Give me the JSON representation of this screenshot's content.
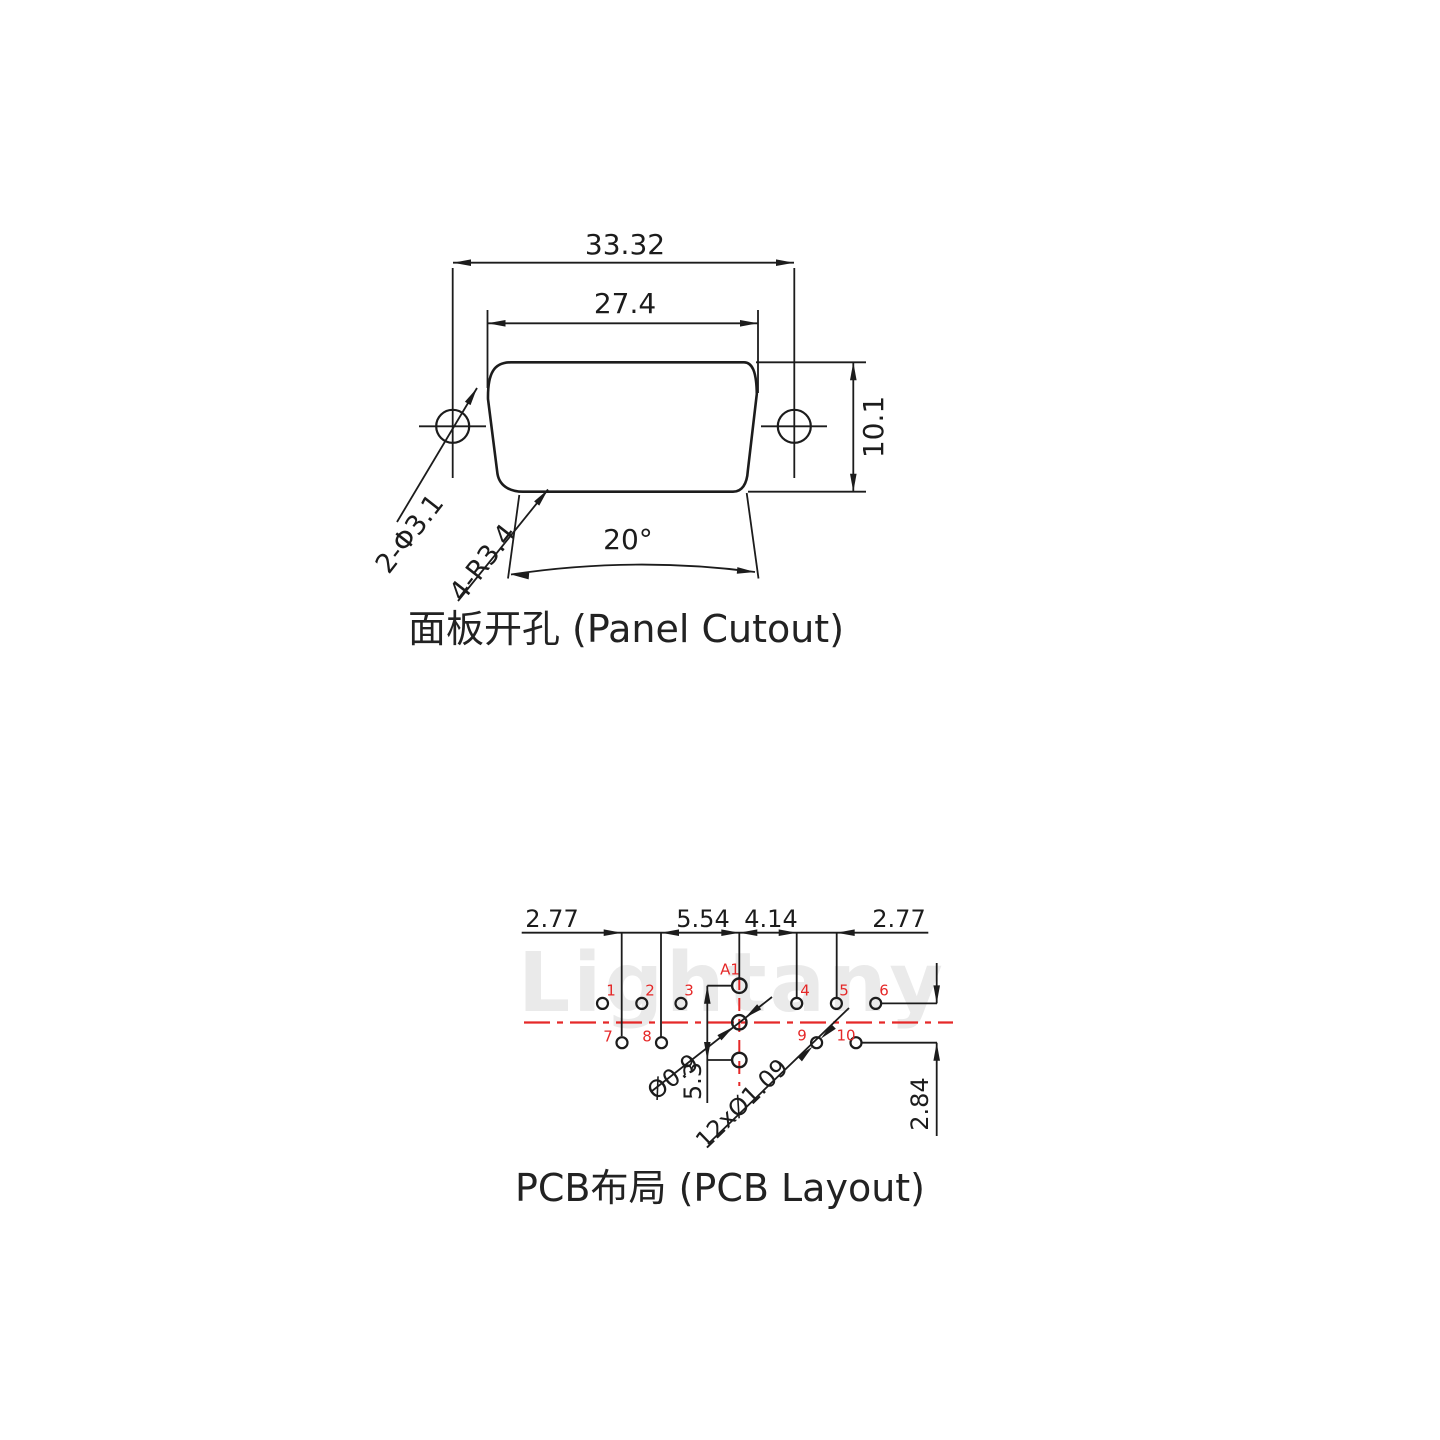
{
  "watermark": {
    "text": "Lightany"
  },
  "panel": {
    "title": "面板开孔 (Panel Cutout)",
    "dim_outer_width": "33.32",
    "dim_inner_width": "27.4",
    "dim_height": "10.1",
    "dim_angle": "20°",
    "label_mount_holes": "2-Φ3.1",
    "label_corner_radius": "4-R3.4"
  },
  "pcb": {
    "title": "PCB布局 (PCB Layout)",
    "dim_pitch_left": "2.77",
    "dim_span_left": "5.54",
    "dim_span_right": "4.14",
    "dim_pitch_right": "2.77",
    "dim_row_offset": "2.84",
    "dim_coax_span": "5.3",
    "label_center_hole_dia": "Ø0.9",
    "label_all_holes_dia": "12xØ1.09",
    "pins": [
      {
        "id": "A1",
        "label": "A1"
      },
      {
        "id": "1",
        "label": "1"
      },
      {
        "id": "2",
        "label": "2"
      },
      {
        "id": "3",
        "label": "3"
      },
      {
        "id": "4",
        "label": "4"
      },
      {
        "id": "5",
        "label": "5"
      },
      {
        "id": "6",
        "label": "6"
      },
      {
        "id": "7",
        "label": "7"
      },
      {
        "id": "8",
        "label": "8"
      },
      {
        "id": "9",
        "label": "9"
      },
      {
        "id": "10",
        "label": "10"
      }
    ],
    "colors": {
      "accent_red": "#e52828",
      "line_black": "#1c1c1c"
    }
  }
}
